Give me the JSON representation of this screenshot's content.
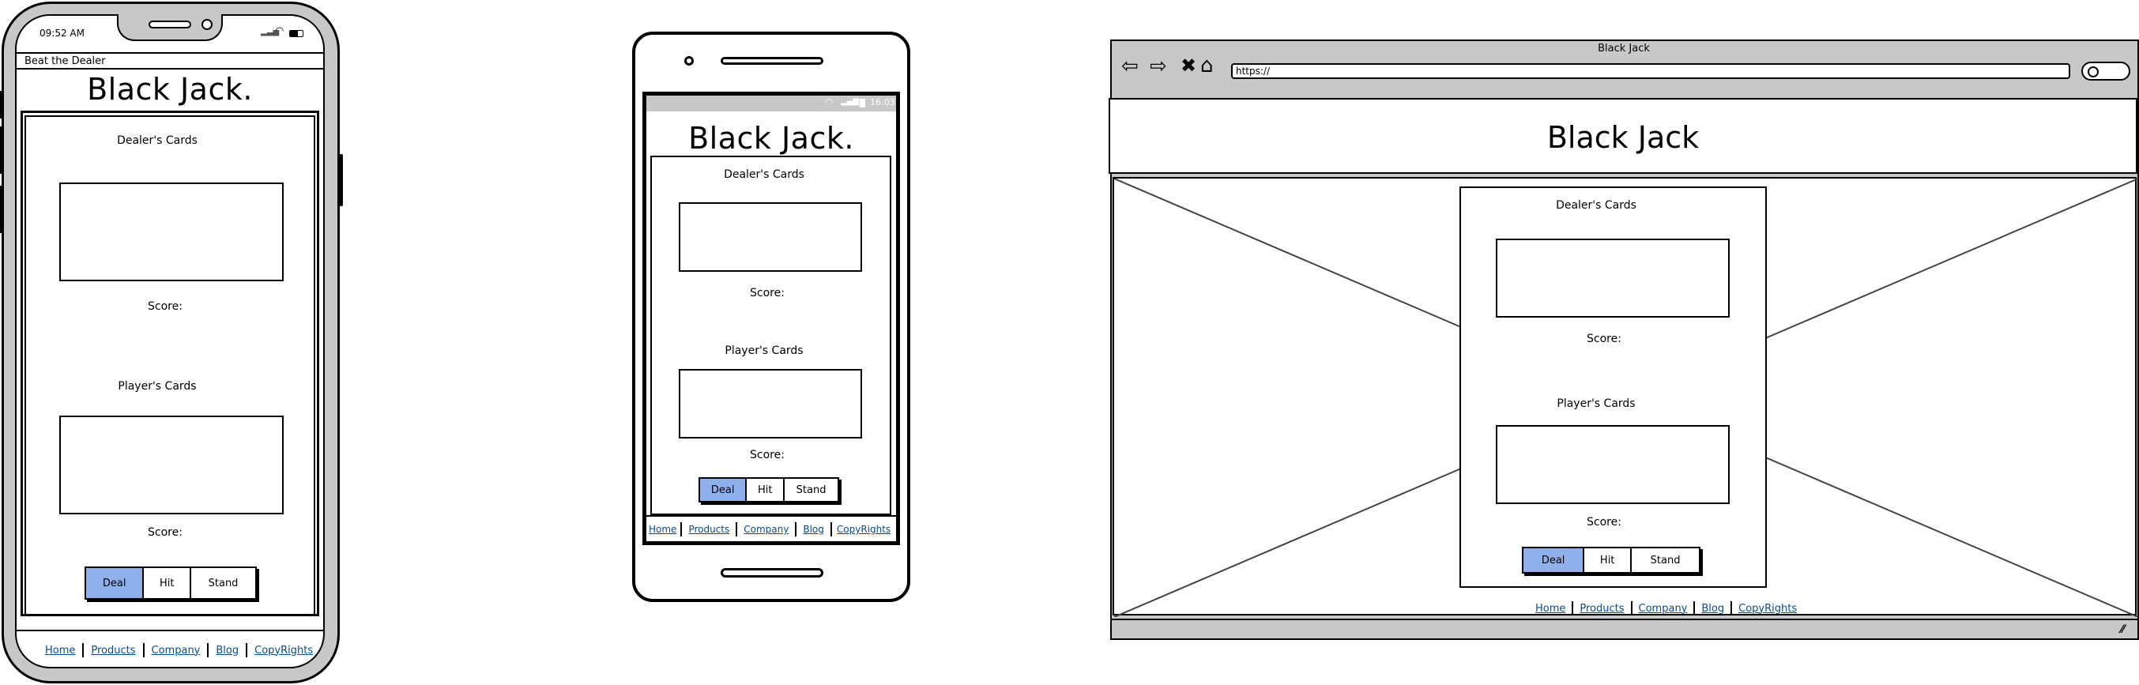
{
  "brand_title": "Black Jack.",
  "desktop_title": "Black Jack",
  "dealer_label": "Dealer's Cards",
  "player_label": "Player's Cards",
  "score_label": "Score:",
  "buttons": {
    "deal": "Deal",
    "hit": "Hit",
    "stand": "Stand"
  },
  "footer_links": [
    "Home",
    "Products",
    "Company",
    "Blog",
    "CopyRights"
  ],
  "iphone": {
    "time": "09:52 AM",
    "header_text": "Beat the Dealer"
  },
  "android": {
    "time": "16:03"
  },
  "browser": {
    "tab_title": "Black Jack",
    "url": "https://"
  },
  "colors": {
    "active_button": "#8fb0ea",
    "link": "#0b4a8c",
    "frame_gray": "#c8c8c8"
  }
}
